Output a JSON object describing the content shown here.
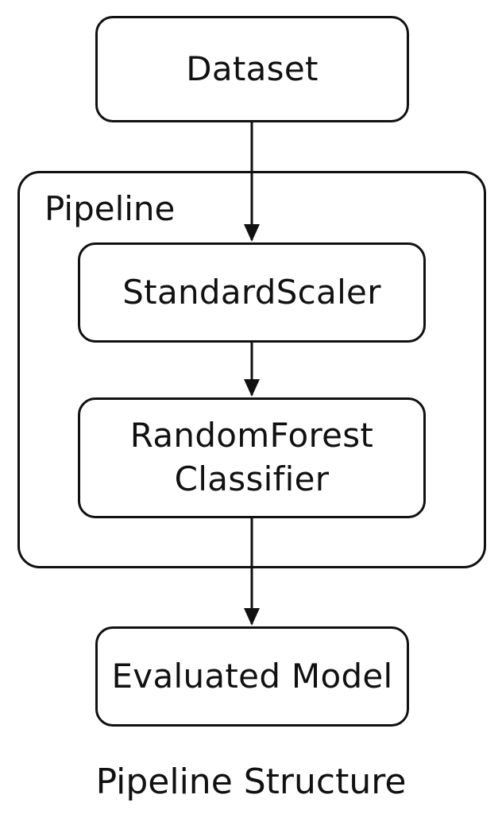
{
  "nodes": {
    "dataset": "Dataset",
    "pipeline_label": "Pipeline",
    "scaler": "StandardScaler",
    "classifier_line1": "RandomForest",
    "classifier_line2": "Classifier",
    "evaluated": "Evaluated Model"
  },
  "caption": "Pipeline Structure",
  "colors": {
    "stroke": "#111111",
    "background": "#ffffff"
  }
}
